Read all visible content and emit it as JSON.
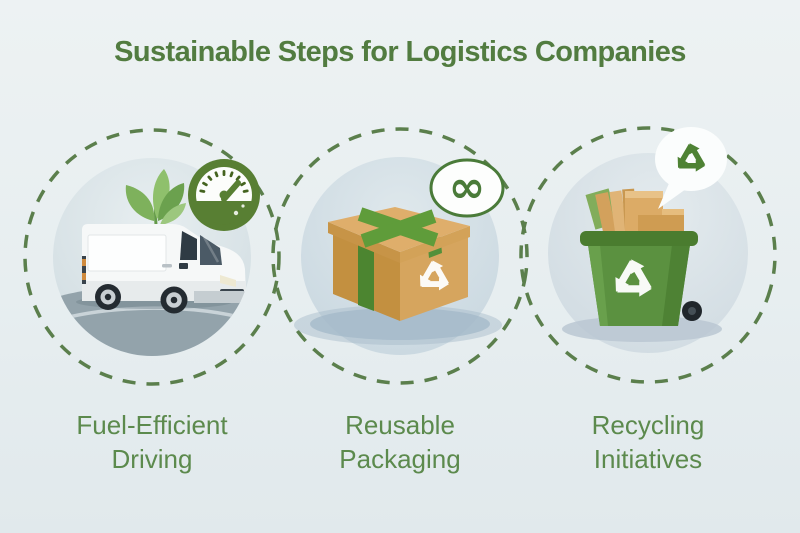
{
  "title": "Sustainable Steps for Logistics Companies",
  "steps": [
    {
      "label": "Fuel-Efficient Driving",
      "illustration": "white-delivery-van-on-road-with-green-leaves",
      "badge_icon": "speedometer-gauge-icon"
    },
    {
      "label": "Reusable Packaging",
      "illustration": "cardboard-box-with-green-ribbon-and-recycle-symbol",
      "badge_icon": "infinity-loop-icon"
    },
    {
      "label": "Recycling Initiatives",
      "illustration": "green-recycling-bin-filled-with-cardboard",
      "badge_icon": "recycle-speech-bubble-icon"
    }
  ],
  "colors": {
    "background_top": "#edf2f3",
    "background_bottom": "#e1e9ec",
    "title_green": "#527c40",
    "label_green": "#5c8a4d",
    "dash_green": "#5b7f4c",
    "leaf_green": "#7eb15c",
    "ribbon_green": "#5f9c3a",
    "bin_green": "#5b9140",
    "cardboard_tan": "#d6a55e",
    "van_body_white": "#f6f8f8",
    "road_gray": "#93a3ab",
    "inner_circle_fill": "#d5e0e5"
  }
}
